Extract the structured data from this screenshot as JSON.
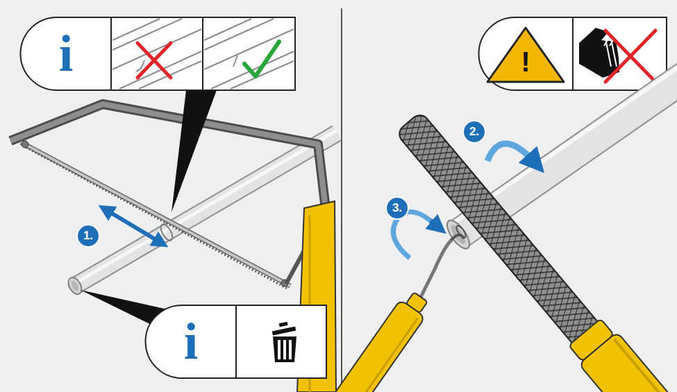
{
  "diagram": {
    "nodes": [
      {
        "text": [
          "i"
        ]
      },
      {
        "text": [
          "1."
        ]
      },
      {
        "text": [
          "i"
        ]
      },
      {
        "text": [
          "!"
        ]
      },
      {
        "text": [
          "2."
        ]
      },
      {
        "text": [
          "3."
        ]
      }
    ]
  }
}
